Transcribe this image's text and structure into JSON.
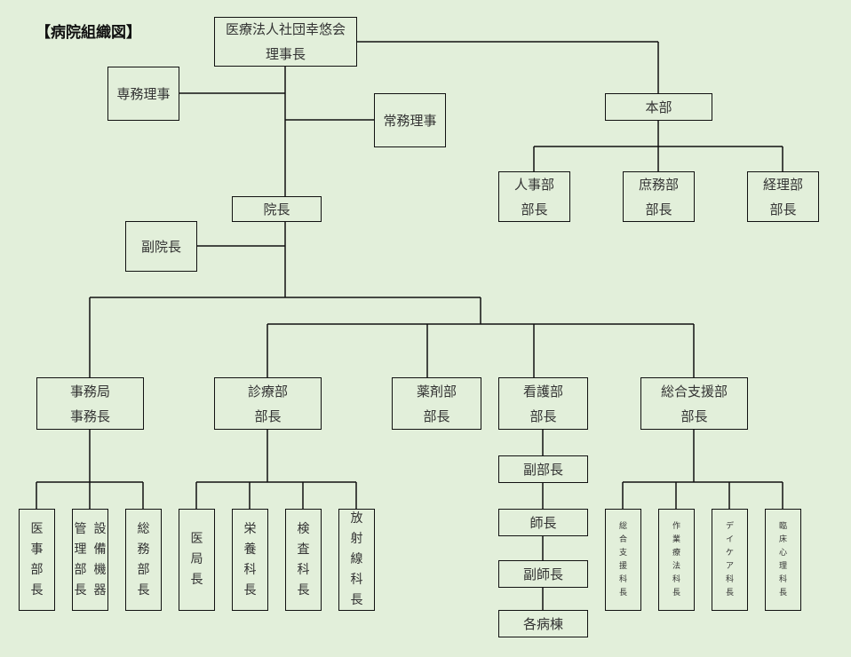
{
  "title": "【病院組織図】",
  "colors": {
    "background": "#e2efda",
    "line": "#111111"
  },
  "nodes": {
    "chairman": [
      "医療法人社団幸悠会",
      "理事長"
    ],
    "senmu": [
      "専務理事"
    ],
    "jomu": [
      "常務理事"
    ],
    "honbu": [
      "本部"
    ],
    "jinji": [
      "人事部",
      "部長"
    ],
    "shomu": [
      "庶務部",
      "部長"
    ],
    "keiri": [
      "経理部",
      "部長"
    ],
    "director": [
      "院長"
    ],
    "vice_director": [
      "副院長"
    ],
    "jimukyoku": [
      "事務局",
      "事務長"
    ],
    "shinryo": [
      "診療部",
      "部長"
    ],
    "yakuzai": [
      "薬剤部",
      "部長"
    ],
    "kango": [
      "看護部",
      "部長"
    ],
    "sogo": [
      "総合支援部",
      "部長"
    ],
    "kango_sub": [
      "副部長",
      "師長",
      "副師長",
      "各病棟"
    ],
    "jimu_children": [
      [
        [
          "医",
          "事",
          "部",
          "長"
        ]
      ],
      [
        [
          "管",
          "理",
          "部",
          "長"
        ],
        [
          "設",
          "備",
          "機",
          "器"
        ]
      ],
      [
        [
          "総",
          "務",
          "部",
          "長"
        ]
      ]
    ],
    "shinryo_children": [
      [
        [
          "医",
          "局",
          "長"
        ]
      ],
      [
        [
          "栄",
          "養",
          "科",
          "長"
        ]
      ],
      [
        [
          "検",
          "査",
          "科",
          "長"
        ]
      ],
      [
        [
          "放",
          "射",
          "線",
          "科",
          "長"
        ]
      ]
    ],
    "sogo_children": [
      [
        [
          "総",
          "合",
          "支",
          "援",
          "科",
          "長"
        ]
      ],
      [
        [
          "作",
          "業",
          "療",
          "法",
          "科",
          "長"
        ]
      ],
      [
        [
          "デ",
          "イ",
          "ケ",
          "ア",
          "科",
          "長"
        ]
      ],
      [
        [
          "臨",
          "床",
          "心",
          "理",
          "科",
          "長"
        ]
      ]
    ]
  }
}
